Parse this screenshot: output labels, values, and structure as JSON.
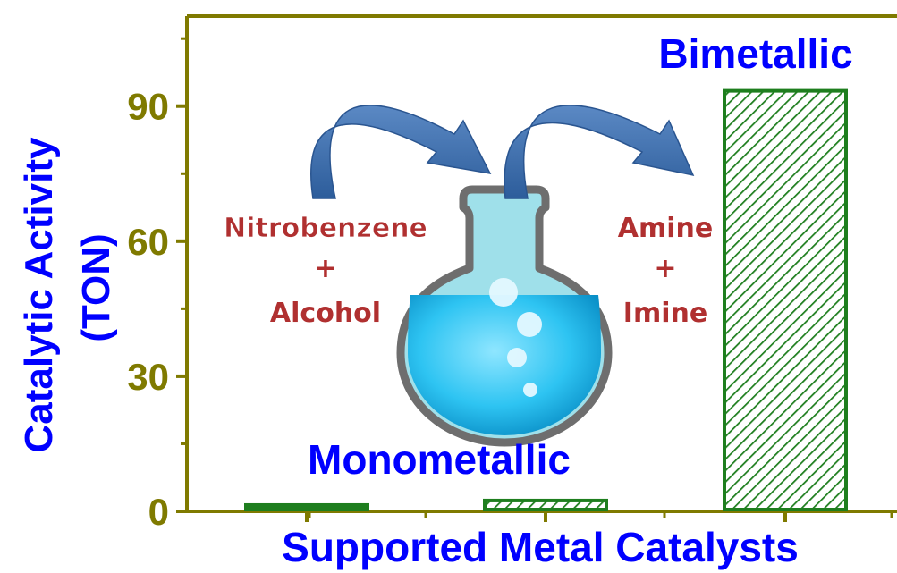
{
  "chart_data": {
    "type": "bar",
    "title": "",
    "xlabel": "Supported Metal Catalysts",
    "ylabel_line1": "Catalytic Activity",
    "ylabel_line2": "(TON)",
    "ylim": [
      0,
      110
    ],
    "yticks": [
      0,
      30,
      60,
      90
    ],
    "categories": [
      "",
      "",
      ""
    ],
    "values": [
      1,
      2,
      93
    ],
    "bar_styles": [
      "solid",
      "hatched",
      "hatched"
    ],
    "grid": false,
    "annotations": {
      "monometallic": "Monometallic",
      "bimetallic": "Bimetallic",
      "reactant_1": "Nitrobenzene",
      "reactant_plus": "+",
      "reactant_2": "Alcohol",
      "product_1": "Amine",
      "product_plus": "+",
      "product_2": "Imine"
    },
    "colors": {
      "axis": "#7f7a00",
      "tick_label": "#7f7a00",
      "axis_title": "#0000ff",
      "bar": "#1e7e1e",
      "annotation_blue": "#0000ff",
      "annotation_red": "#b03030"
    }
  }
}
